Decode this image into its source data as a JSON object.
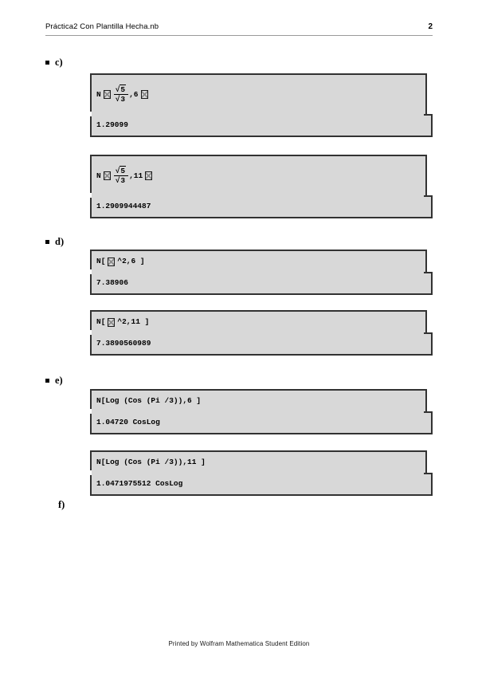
{
  "header": {
    "title": "Práctica2 Con Plantilla Hecha.nb",
    "page_number": "2"
  },
  "footer": {
    "text": "Printed by Wolfram Mathematica Student Edition"
  },
  "colors": {
    "cell_background": "#d8d8d8",
    "cell_border": "#323232",
    "page_background": "#ffffff",
    "header_rule": "#9a9a9a"
  },
  "glyphs": {
    "radical_sign": "√",
    "missing_glyph_icon": "tofu-box"
  },
  "sections": [
    {
      "label": "c)",
      "cells": [
        {
          "input": {
            "prefix": "N",
            "numerator_radicand": "5",
            "denominator_radicand": "3",
            "suffix": ",6"
          },
          "output": "1.29099"
        },
        {
          "input": {
            "prefix": "N",
            "numerator_radicand": "5",
            "denominator_radicand": "3",
            "suffix": ",11"
          },
          "output": "1.2909944487"
        }
      ]
    },
    {
      "label": "d)",
      "cells": [
        {
          "input": {
            "pre_tofu": "N[",
            "post_tofu": "^2,6 ]"
          },
          "output": "7.38906"
        },
        {
          "input": {
            "pre_tofu": "N[",
            "post_tofu": "^2,11 ]"
          },
          "output": "7.3890560989"
        }
      ]
    },
    {
      "label": "e)",
      "cells": [
        {
          "input": {
            "text": "N[Log (Cos (Pi /3)),6 ]"
          },
          "output": "1.04720 CosLog"
        },
        {
          "input": {
            "text": "N[Log (Cos (Pi /3)),11 ]"
          },
          "output": "1.0471975512 CosLog"
        }
      ]
    },
    {
      "label": "f)",
      "cells": []
    }
  ]
}
